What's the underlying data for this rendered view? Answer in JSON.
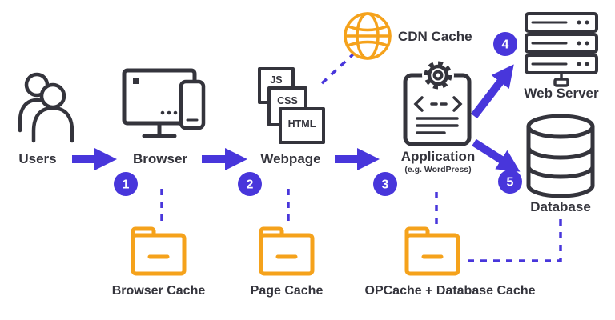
{
  "nodes": {
    "users": {
      "label": "Users"
    },
    "browser": {
      "label": "Browser"
    },
    "webpage": {
      "label": "Webpage"
    },
    "application": {
      "label": "Application",
      "sublabel": "(e.g. WordPress)"
    },
    "web_server": {
      "label": "Web Server"
    },
    "database": {
      "label": "Database"
    },
    "cdn_cache": {
      "label": "CDN Cache"
    },
    "browser_cache": {
      "label": "Browser Cache"
    },
    "page_cache": {
      "label": "Page Cache"
    },
    "opcache_db_cache": {
      "label": "OPCache + Database Cache"
    }
  },
  "files": {
    "js": "JS",
    "css": "CSS",
    "html": "HTML"
  },
  "steps": [
    "1",
    "2",
    "3",
    "4",
    "5"
  ],
  "colors": {
    "arrow": "#4836DB",
    "orange": "#F5A21B",
    "ink": "#34343C",
    "background": "#FFFFFF"
  }
}
